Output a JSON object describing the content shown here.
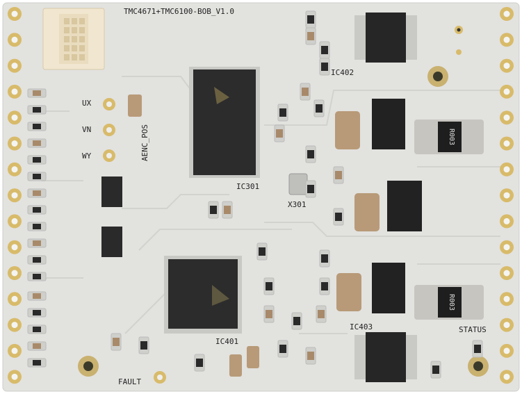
{
  "board": {
    "title": "TMC4671+TMC6100-BOB_V1.0",
    "labels": {
      "ux": "UX",
      "vn": "VN",
      "wy": "WY",
      "aenc": "AENC_POS",
      "ic301": "IC301",
      "x301": "X301",
      "ic402": "IC402",
      "ic401": "IC401",
      "ic403": "IC403",
      "status": "STATUS",
      "fault": "FAULT"
    },
    "shunt_marking": "R003",
    "colors": {
      "pcb": "#e2e2df",
      "trace": "#d3d3cf",
      "gold": "#d8bb6a",
      "chip": "#2a2a2a",
      "connector": "#f1e6cf",
      "cap": "#b89a78"
    }
  }
}
